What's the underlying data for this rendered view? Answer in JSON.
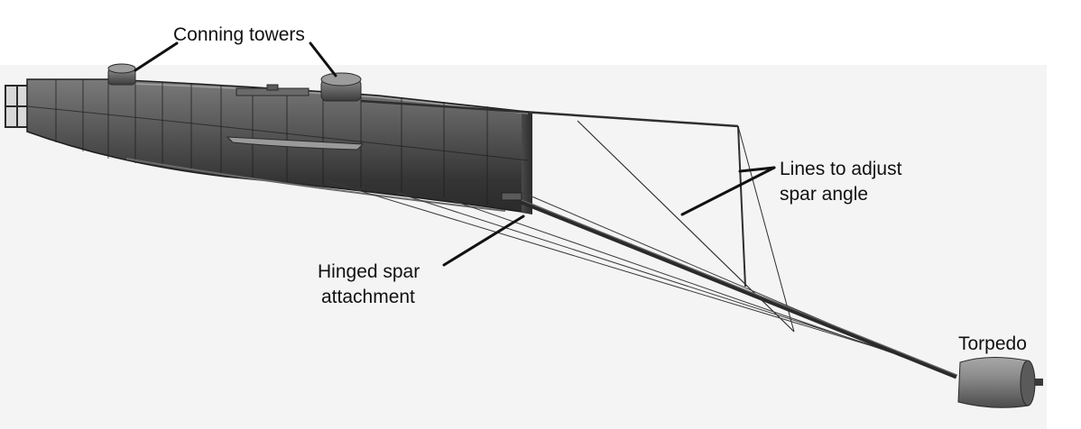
{
  "diagram": {
    "labels": {
      "conning_towers": "Conning towers",
      "lines_line1": "Lines to adjust",
      "lines_line2": "spar angle",
      "hinged_line1": "Hinged spar",
      "hinged_line2": "attachment",
      "torpedo": "Torpedo"
    },
    "colors": {
      "background_panel": "#f4f4f4",
      "hull": "#3f3f3f",
      "hull_dark": "#262626",
      "spar": "#2f2f2f",
      "torpedo": "#777777",
      "text": "#111111"
    }
  }
}
